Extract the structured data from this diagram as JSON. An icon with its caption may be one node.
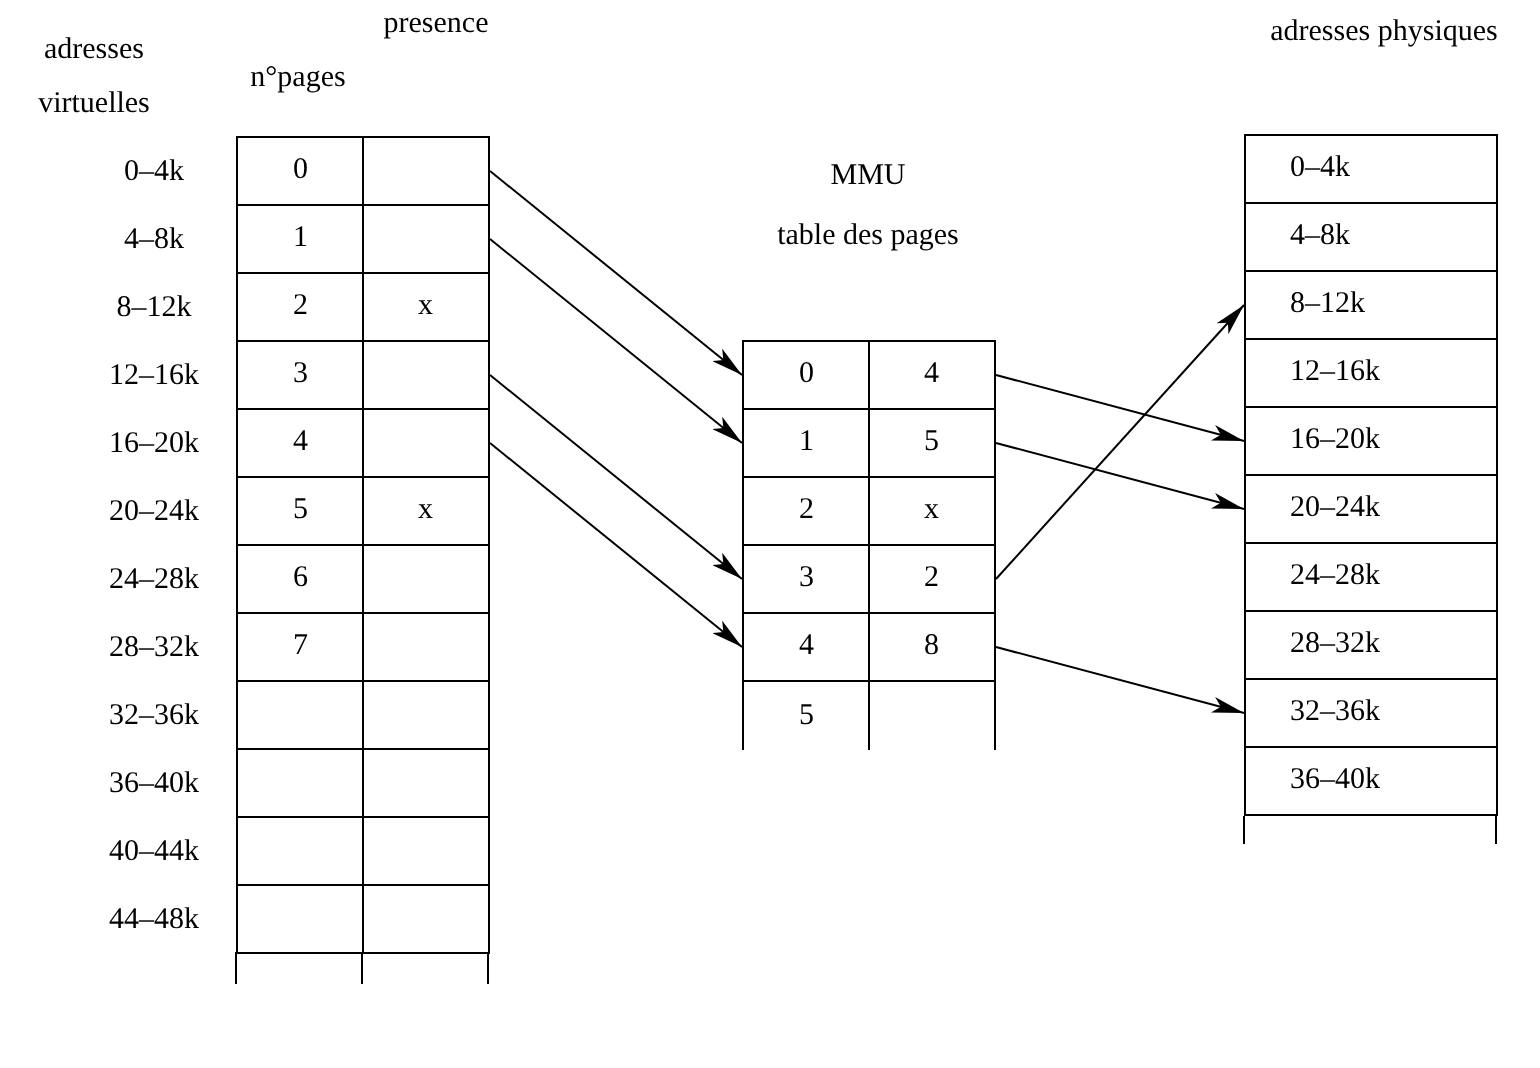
{
  "diagram": {
    "nodes": [
      {
        "text": [
          "0"
        ],
        "beside": [
          "0–4k"
        ]
      },
      {
        "text": [
          "1"
        ],
        "beside": [
          "4–8k"
        ]
      },
      {
        "text": [
          "2",
          "x"
        ],
        "beside": [
          "8–12k"
        ]
      },
      {
        "text": [
          "3"
        ],
        "beside": [
          "12–16k"
        ]
      },
      {
        "text": [
          "4"
        ],
        "beside": [
          "16–20k"
        ]
      },
      {
        "text": [
          "5",
          "x"
        ],
        "beside": [
          "20–24k"
        ]
      },
      {
        "text": [
          "6"
        ],
        "beside": [
          "24–28k"
        ]
      },
      {
        "text": [
          "7"
        ],
        "beside": [
          "28–32k"
        ]
      },
      {
        "text": [],
        "shape": "box",
        "beside": [
          "32–36k"
        ]
      },
      {
        "text": [],
        "shape": "box",
        "beside": [
          "36–40k"
        ]
      },
      {
        "text": [],
        "shape": "box",
        "beside": [
          "40–44k"
        ]
      },
      {
        "text": [],
        "shape": "box",
        "beside": [
          "44–48k"
        ]
      },
      {
        "text": [
          "0",
          "4"
        ]
      },
      {
        "text": [
          "1",
          "5"
        ]
      },
      {
        "text": [
          "2",
          "x"
        ]
      },
      {
        "text": [
          "3",
          "2"
        ]
      },
      {
        "text": [
          "4",
          "8"
        ]
      },
      {
        "text": [
          "5"
        ]
      },
      {
        "text": [
          "0–4k"
        ]
      },
      {
        "text": [
          "4–8k"
        ]
      },
      {
        "text": [
          "8–12k"
        ]
      },
      {
        "text": [
          "12–16k"
        ]
      },
      {
        "text": [
          "16–20k"
        ]
      },
      {
        "text": [
          "20–24k"
        ]
      },
      {
        "text": [
          "24–28k"
        ]
      },
      {
        "text": [
          "28–32k"
        ]
      },
      {
        "text": [
          "32–36k"
        ]
      },
      {
        "text": [
          "36–40k"
        ]
      }
    ],
    "edges": [
      {
        "from": 0,
        "to": 12,
        "arrow": "to"
      },
      {
        "from": 1,
        "to": 13,
        "arrow": "to"
      },
      {
        "from": 3,
        "to": 15,
        "arrow": "to"
      },
      {
        "from": 4,
        "to": 16,
        "arrow": "to"
      },
      {
        "from": 12,
        "to": 22,
        "arrow": "to"
      },
      {
        "from": 13,
        "to": 23,
        "arrow": "to"
      },
      {
        "from": 15,
        "to": 20,
        "arrow": "to"
      },
      {
        "from": 16,
        "to": 26,
        "arrow": "to"
      }
    ],
    "labels": [
      "adresses virtuelles",
      "presence",
      "n°pages",
      "MMU",
      "table des pages",
      "adresses physiques"
    ]
  }
}
